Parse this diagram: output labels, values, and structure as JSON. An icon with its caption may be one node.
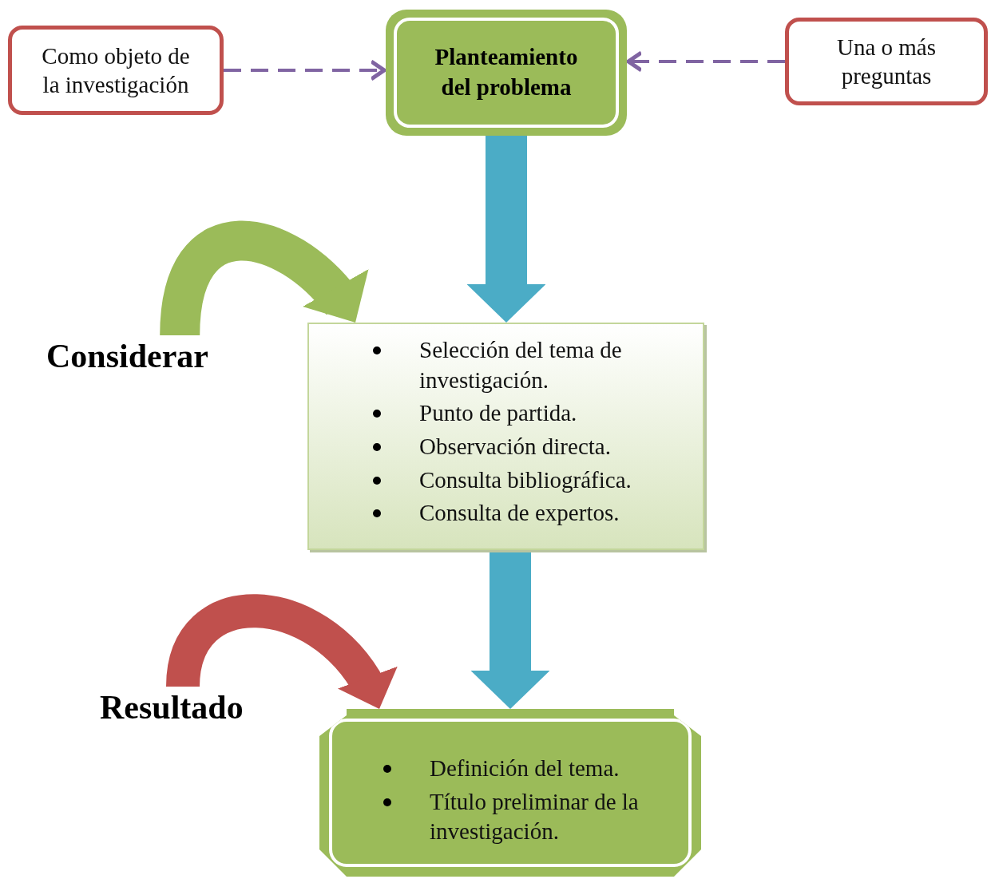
{
  "diagram": {
    "nodes": [
      {
        "text": [
          "Como objeto de la investigación"
        ]
      },
      {
        "text": [
          "Planteamiento del problema"
        ]
      },
      {
        "text": [
          "Una o más preguntas"
        ]
      },
      {
        "text": [
          "Considerar"
        ]
      },
      {
        "text": [
          "Selección del tema de investigación.",
          "Punto de partida.",
          "Observación directa.",
          "Consulta bibliográfica.",
          "Consulta de expertos."
        ]
      },
      {
        "text": [
          "Resultado"
        ]
      },
      {
        "text": [
          "Definición del tema.",
          "Título preliminar de la investigación."
        ]
      }
    ],
    "edges": [
      {
        "from": 0,
        "to": 1,
        "arrow": "to",
        "style": "dashed",
        "color": "#8064a2"
      },
      {
        "from": 2,
        "to": 1,
        "arrow": "to",
        "style": "dashed",
        "color": "#8064a2"
      },
      {
        "from": 1,
        "to": 4,
        "arrow": "to",
        "color": "#4bacc6"
      },
      {
        "from": 3,
        "to": 4,
        "arrow": "to",
        "color": "#9bbb59"
      },
      {
        "from": 4,
        "to": 6,
        "arrow": "to",
        "color": "#4bacc6"
      },
      {
        "from": 5,
        "to": 6,
        "arrow": "to",
        "color": "#c0504d"
      }
    ]
  }
}
